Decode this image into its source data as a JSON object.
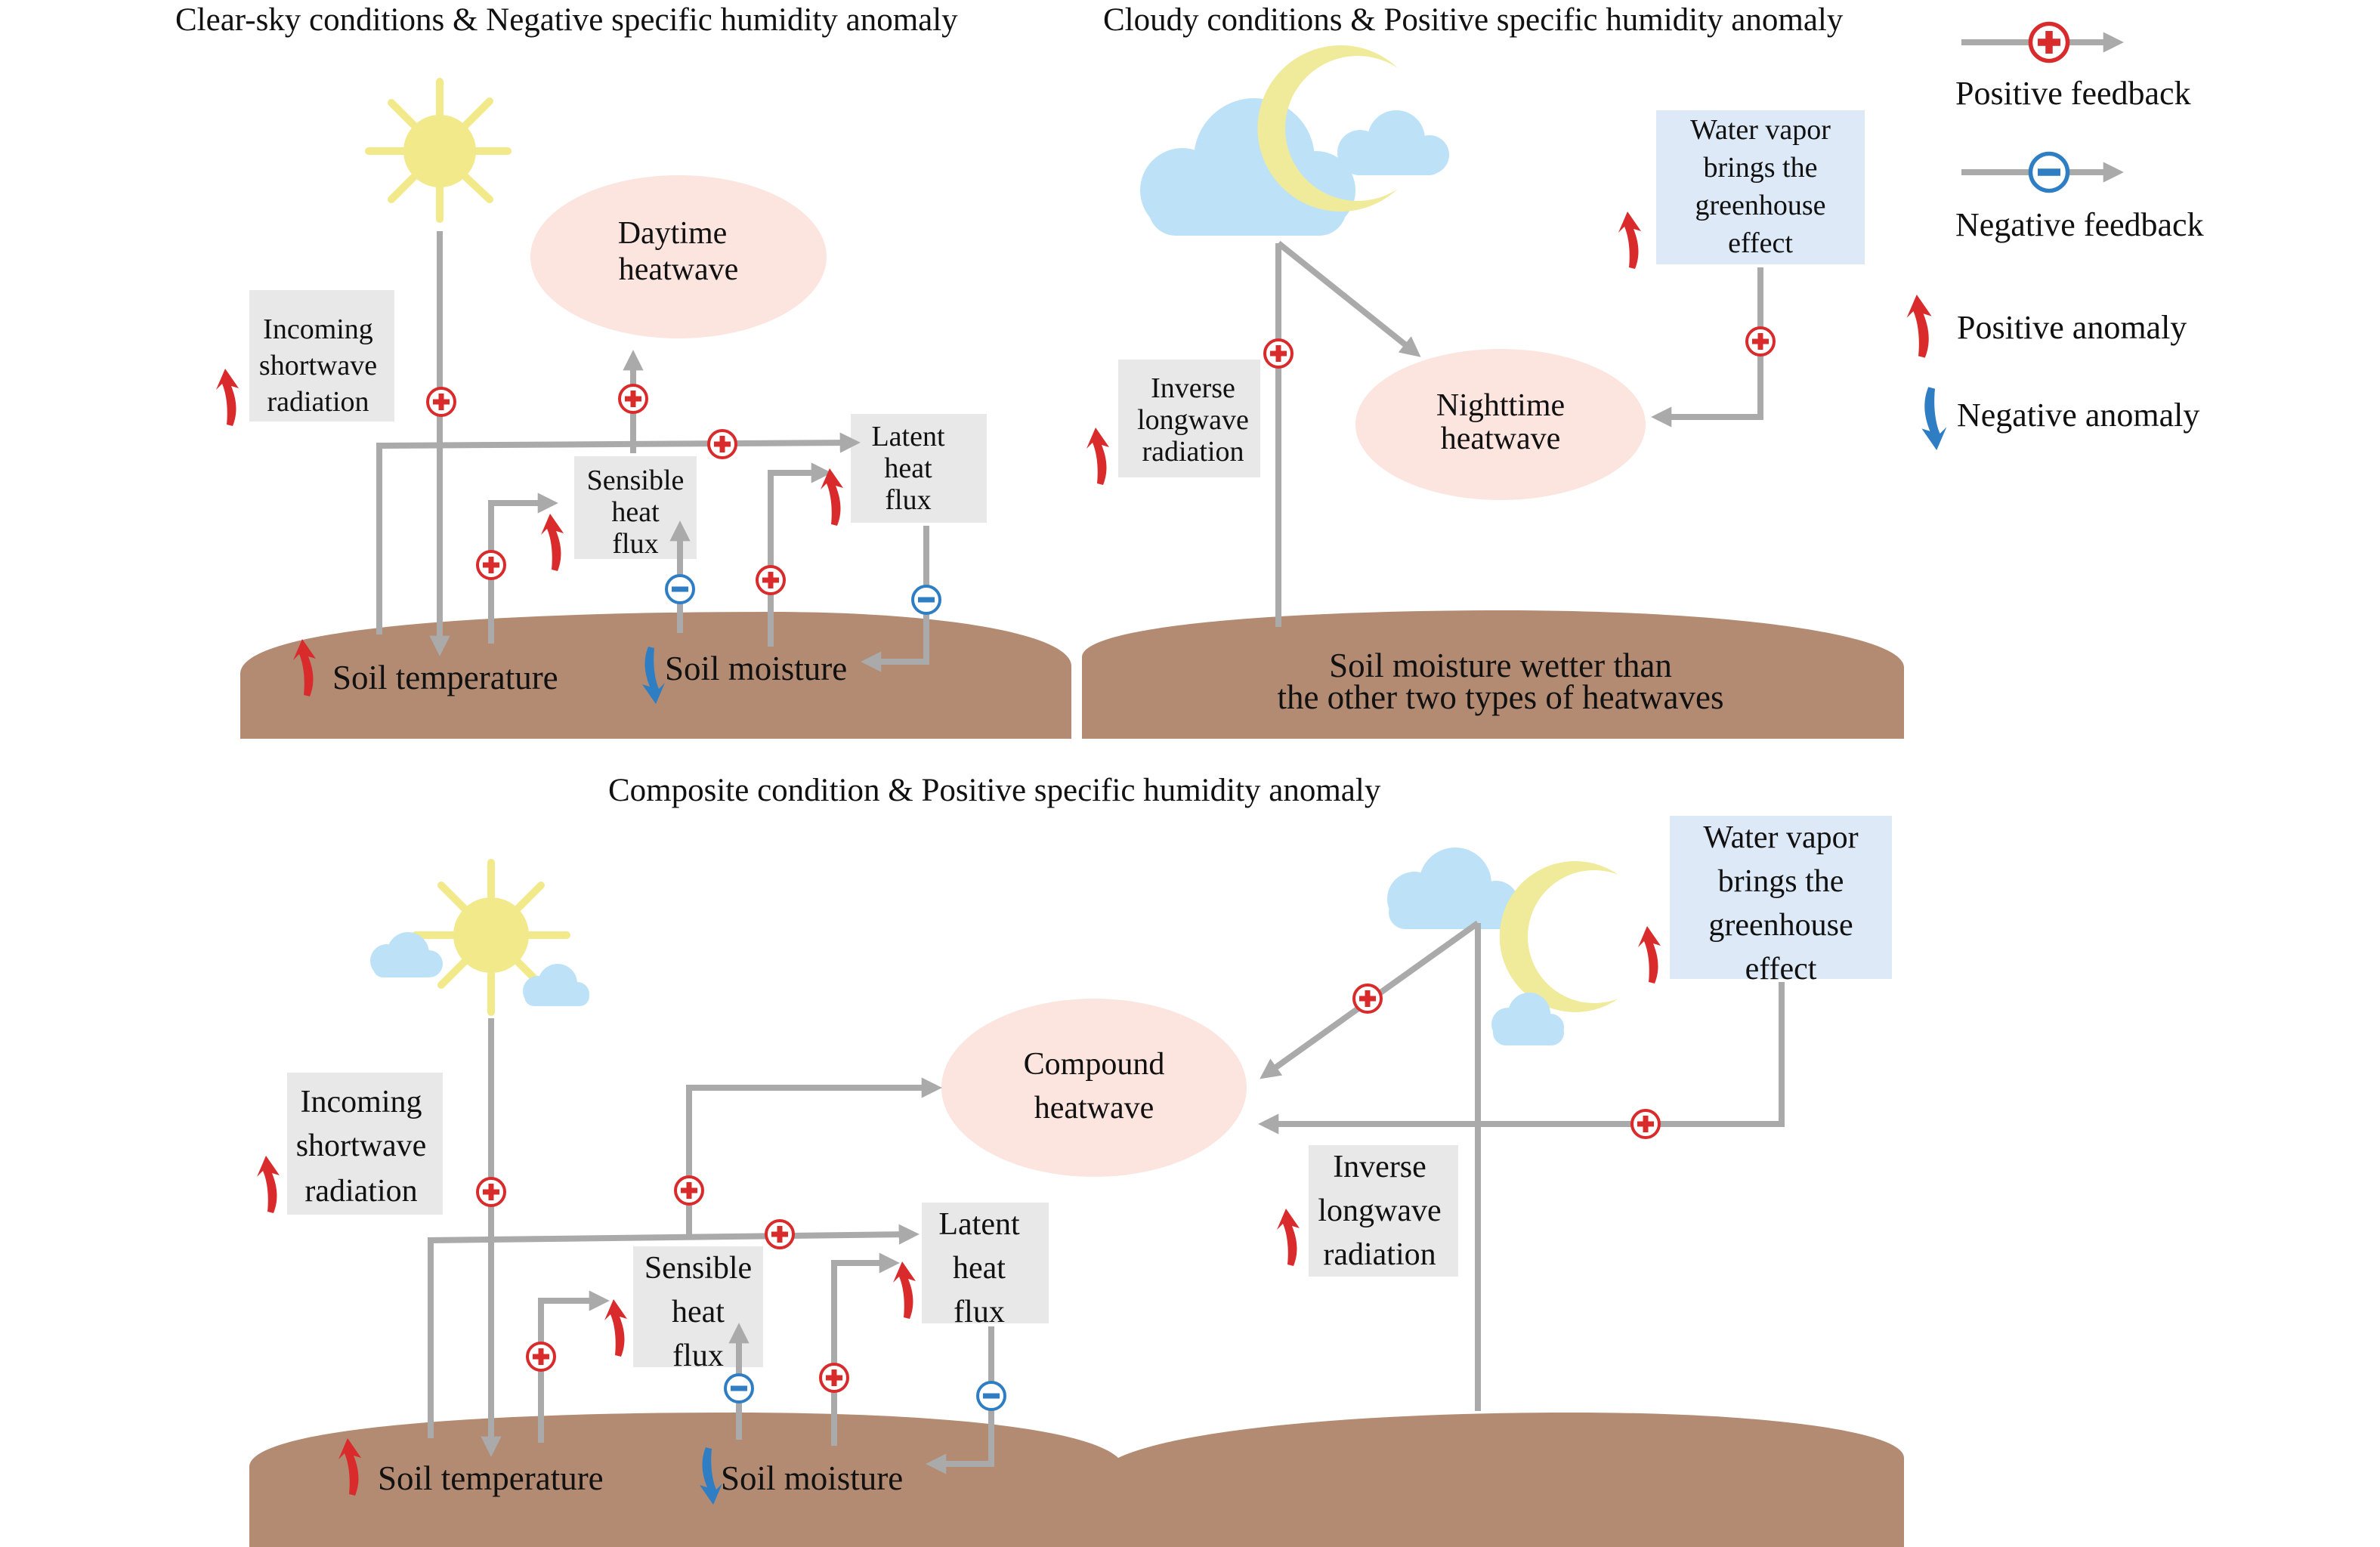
{
  "panels": {
    "clear_sky": {
      "title": "Clear-sky conditions & Negative specific humidity anomaly",
      "incoming_shortwave": [
        "Incoming",
        "shortwave",
        "radiation"
      ],
      "heatwave": [
        "Daytime",
        "heatwave"
      ],
      "sensible_heat_flux": [
        "Sensible",
        "heat",
        "flux"
      ],
      "latent_heat_flux": [
        "Latent",
        "heat",
        "flux"
      ],
      "soil_temperature": "Soil temperature",
      "soil_moisture": "Soil moisture"
    },
    "cloudy": {
      "title": "Cloudy conditions & Positive specific humidity anomaly",
      "inverse_longwave": [
        "Inverse",
        "longwave",
        "radiation"
      ],
      "heatwave": [
        "Nighttime",
        "heatwave"
      ],
      "water_vapor": [
        "Water vapor",
        "brings the",
        "greenhouse",
        "effect"
      ],
      "soil_note": [
        "Soil moisture wetter than",
        "the other two types of heatwaves"
      ]
    },
    "composite": {
      "title": "Composite condition & Positive specific humidity anomaly",
      "incoming_shortwave": [
        "Incoming",
        "shortwave",
        "radiation"
      ],
      "heatwave": [
        "Compound",
        "heatwave"
      ],
      "sensible_heat_flux": [
        "Sensible",
        "heat",
        "flux"
      ],
      "latent_heat_flux": [
        "Latent",
        "heat",
        "flux"
      ],
      "inverse_longwave": [
        "Inverse",
        "longwave",
        "radiation"
      ],
      "water_vapor": [
        "Water vapor",
        "brings the",
        "greenhouse",
        "effect"
      ],
      "soil_temperature": "Soil temperature",
      "soil_moisture": "Soil moisture"
    }
  },
  "legend": {
    "positive_feedback": "Positive feedback",
    "negative_feedback": "Negative feedback",
    "positive_anomaly": "Positive anomaly",
    "negative_anomaly": "Negative anomaly"
  },
  "colors": {
    "soil": "#b38b72",
    "arrow": "#aaaaaa",
    "label_box": "#e8e8e8",
    "heatwave_oval": "#fce4df",
    "water_vapor_box": "#dde9f6",
    "sun": "#f2e98a",
    "moon": "#f0ea9b",
    "cloud": "#bde2f7",
    "positive": "#d92b2b",
    "negative": "#2f7ec3"
  }
}
